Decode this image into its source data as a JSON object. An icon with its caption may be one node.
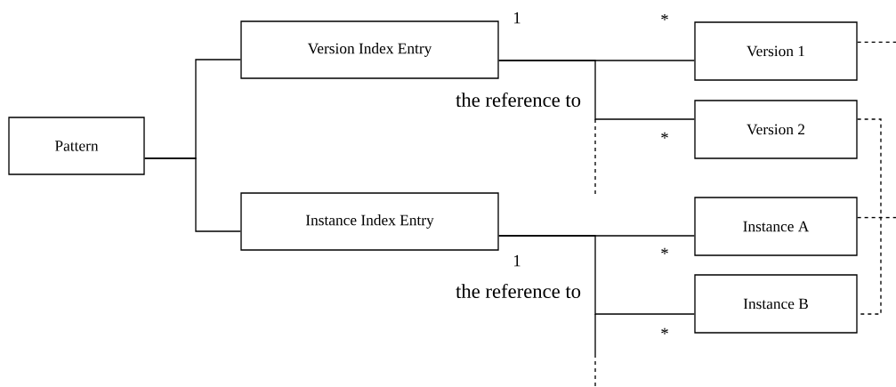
{
  "diagram": {
    "nodes": [
      {
        "text": [
          "Pattern"
        ]
      },
      {
        "text": [
          "Version Index Entry"
        ]
      },
      {
        "text": [
          "Instance Index Entry"
        ]
      },
      {
        "text": [
          "Version 1"
        ]
      },
      {
        "text": [
          "Version 2"
        ]
      },
      {
        "text": [
          "Instance A"
        ]
      },
      {
        "text": [
          "Instance B"
        ]
      }
    ],
    "edges": [
      {
        "from": 0,
        "to": 1,
        "arrow": "none"
      },
      {
        "from": 0,
        "to": 2,
        "arrow": "none"
      },
      {
        "from": 1,
        "to": 3,
        "arrow": "none"
      },
      {
        "from": 1,
        "to": 4,
        "arrow": "none"
      },
      {
        "from": 2,
        "to": 5,
        "arrow": "none"
      },
      {
        "from": 2,
        "to": 6,
        "arrow": "none"
      },
      {
        "from": 4,
        "to": 6,
        "arrow": "none",
        "style": "dashed"
      },
      {
        "from": 3,
        "to": null,
        "arrow": "none",
        "style": "dashed"
      },
      {
        "from": 5,
        "to": null,
        "arrow": "none",
        "style": "dashed"
      }
    ],
    "labels": [
      "1",
      "*",
      "the reference to",
      "*",
      "1",
      "*",
      "the reference to",
      "*"
    ]
  }
}
